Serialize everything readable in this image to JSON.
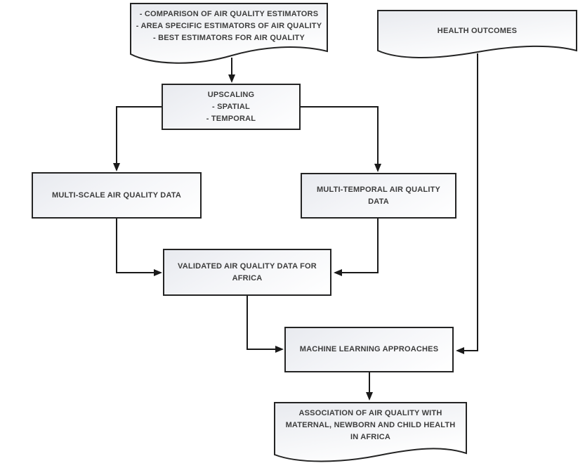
{
  "diagram": {
    "background": "#ffffff",
    "colors": {
      "shape_border": "#242424",
      "shape_fill_start": "#e8eaef",
      "shape_fill_end": "#ffffff",
      "text": "#3d3d3d",
      "connector": "#1a1a1a"
    },
    "nodes": {
      "estimators_doc": {
        "shape": "document",
        "lines": [
          "- COMPARISON OF AIR QUALITY ESTIMATORS",
          "- AREA SPECIFIC ESTIMATORS OF AIR QUALITY",
          "- BEST ESTIMATORS FOR AIR QUALITY"
        ]
      },
      "health_outcomes_doc": {
        "shape": "document",
        "lines": [
          "HEALTH OUTCOMES"
        ]
      },
      "upscaling": {
        "shape": "process",
        "lines": [
          "UPSCALING",
          "- SPATIAL",
          "- TEMPORAL"
        ]
      },
      "multi_scale": {
        "shape": "process",
        "lines": [
          "MULTI-SCALE AIR QUALITY DATA"
        ]
      },
      "multi_temporal": {
        "shape": "process",
        "lines": [
          "MULTI-TEMPORAL AIR QUALITY",
          "DATA"
        ]
      },
      "validated": {
        "shape": "process",
        "lines": [
          "VALIDATED AIR QUALITY DATA FOR",
          "AFRICA"
        ]
      },
      "machine_learning": {
        "shape": "process",
        "lines": [
          "MACHINE LEARNING APPROACHES"
        ]
      },
      "association_doc": {
        "shape": "document",
        "lines": [
          "ASSOCIATION OF AIR QUALITY WITH",
          "MATERNAL, NEWBORN AND CHILD HEALTH",
          "IN AFRICA"
        ]
      }
    },
    "edges": [
      {
        "from": "estimators_doc",
        "to": "upscaling"
      },
      {
        "from": "upscaling",
        "to": "multi_scale"
      },
      {
        "from": "upscaling",
        "to": "multi_temporal"
      },
      {
        "from": "multi_scale",
        "to": "validated"
      },
      {
        "from": "multi_temporal",
        "to": "validated"
      },
      {
        "from": "validated",
        "to": "machine_learning"
      },
      {
        "from": "health_outcomes_doc",
        "to": "machine_learning"
      },
      {
        "from": "machine_learning",
        "to": "association_doc"
      }
    ]
  }
}
